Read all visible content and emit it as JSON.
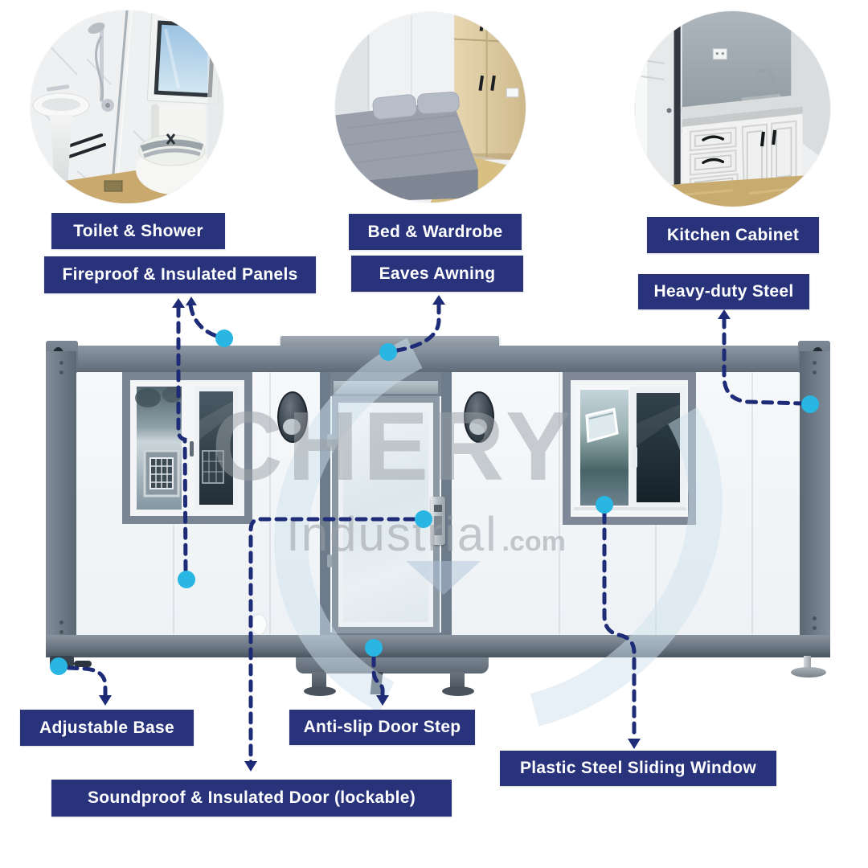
{
  "watermark": {
    "brand": "CHERY",
    "name": "Industrial",
    "tld": ".com"
  },
  "photos": {
    "toilet_shower": {
      "label": "Toilet & Shower",
      "scene": "bathroom"
    },
    "bed_wardrobe": {
      "label": "Bed & Wardrobe",
      "scene": "bedroom"
    },
    "kitchen_cabinet": {
      "label": "Kitchen Cabinet",
      "scene": "kitchen"
    }
  },
  "callouts": {
    "fireproof_panels": {
      "label": "Fireproof & Insulated Panels"
    },
    "eaves_awning": {
      "label": "Eaves Awning"
    },
    "heavy_duty_steel": {
      "label": "Heavy-duty Steel"
    },
    "adjustable_base": {
      "label": "Adjustable Base"
    },
    "anti_slip_step": {
      "label": "Anti-slip Door Step"
    },
    "sliding_window": {
      "label": "Plastic Steel Sliding Window"
    },
    "soundproof_door": {
      "label": "Soundproof  & Insulated Door (lockable)"
    }
  },
  "colors": {
    "label_bg": "#28337c",
    "connector": "#1e2c78",
    "marker": "#29b6e2",
    "frame_gray": "#75808e",
    "wall_white": "#f4f6f8",
    "watermark_gray": "#9ba1a7"
  }
}
